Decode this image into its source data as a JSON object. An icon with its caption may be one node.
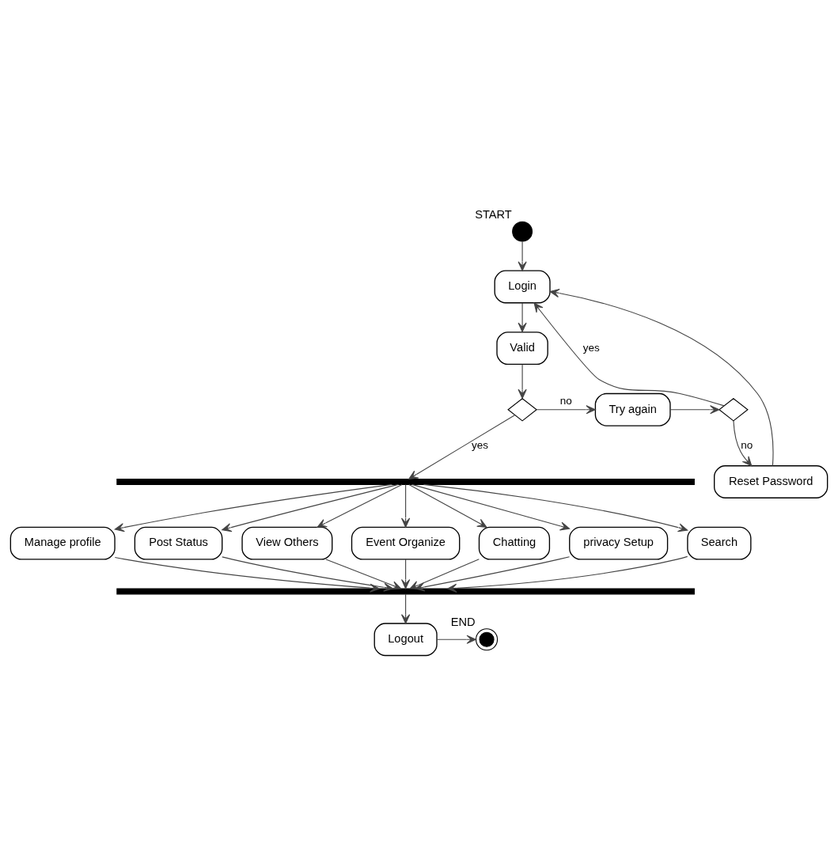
{
  "diagram": {
    "nodes": [
      {
        "text": [],
        "shape": "circle",
        "beside": [
          "START"
        ]
      },
      {
        "text": [
          "Login"
        ]
      },
      {
        "text": [
          "Valid"
        ]
      },
      {
        "text": [],
        "shape": "diamond"
      },
      {
        "text": [
          "Try again"
        ]
      },
      {
        "text": [],
        "shape": "diamond"
      },
      {
        "text": [
          "Reset Password"
        ]
      },
      {
        "text": [],
        "shape": "bar"
      },
      {
        "text": [
          "Manage profile"
        ]
      },
      {
        "text": [
          "Post Status"
        ]
      },
      {
        "text": [
          "View Others"
        ]
      },
      {
        "text": [
          "Event Organize"
        ]
      },
      {
        "text": [
          "Chatting"
        ]
      },
      {
        "text": [
          "privacy Setup"
        ]
      },
      {
        "text": [
          "Search"
        ]
      },
      {
        "text": [],
        "shape": "bar"
      },
      {
        "text": [
          "Logout"
        ]
      },
      {
        "text": [],
        "shape": "circle",
        "beside": [
          "END"
        ]
      }
    ],
    "edges": [
      {
        "from": 0,
        "to": 1,
        "arrow": "to"
      },
      {
        "from": 1,
        "to": 2,
        "arrow": "to"
      },
      {
        "from": 2,
        "to": 3,
        "arrow": "to"
      },
      {
        "from": 3,
        "to": 7,
        "arrow": "to",
        "label": "yes"
      },
      {
        "from": 3,
        "to": 4,
        "arrow": "to",
        "label": "no"
      },
      {
        "from": 4,
        "to": 5,
        "arrow": "to"
      },
      {
        "from": 5,
        "to": 1,
        "arrow": "to",
        "label": "yes"
      },
      {
        "from": 5,
        "to": 6,
        "arrow": "to",
        "label": "no"
      },
      {
        "from": 6,
        "to": 1,
        "arrow": "to"
      },
      {
        "from": 7,
        "to": 8,
        "arrow": "to"
      },
      {
        "from": 7,
        "to": 9,
        "arrow": "to"
      },
      {
        "from": 7,
        "to": 10,
        "arrow": "to"
      },
      {
        "from": 7,
        "to": 11,
        "arrow": "to"
      },
      {
        "from": 7,
        "to": 12,
        "arrow": "to"
      },
      {
        "from": 7,
        "to": 13,
        "arrow": "to"
      },
      {
        "from": 7,
        "to": 14,
        "arrow": "to"
      },
      {
        "from": 8,
        "to": 15,
        "arrow": "to"
      },
      {
        "from": 9,
        "to": 15,
        "arrow": "to"
      },
      {
        "from": 10,
        "to": 15,
        "arrow": "to"
      },
      {
        "from": 11,
        "to": 15,
        "arrow": "to"
      },
      {
        "from": 12,
        "to": 15,
        "arrow": "to"
      },
      {
        "from": 13,
        "to": 15,
        "arrow": "to"
      },
      {
        "from": 14,
        "to": 15,
        "arrow": "to"
      },
      {
        "from": 15,
        "to": 16,
        "arrow": "to"
      },
      {
        "from": 16,
        "to": 17,
        "arrow": "to"
      }
    ]
  }
}
